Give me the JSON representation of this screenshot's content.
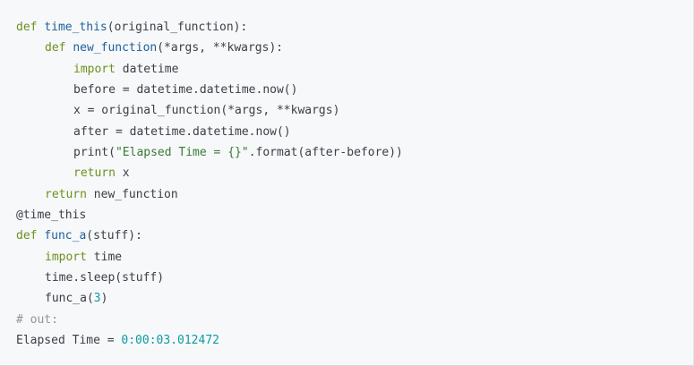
{
  "colors": {
    "background": "#f6f8fa",
    "keyword": "#6f8f1a",
    "function_name": "#1f5f98",
    "number": "#0f9aa0",
    "string": "#3a7a36",
    "comment": "#8d969c",
    "text": "#3a4046"
  },
  "code": {
    "l1": {
      "kw": "def",
      "fn": "time_this",
      "rest": "(original_function):"
    },
    "l2": {
      "kw": "def",
      "fn": "new_function",
      "rest": "(*args, **kwargs):"
    },
    "l3": {
      "kw": "import",
      "rest": " datetime"
    },
    "l4": {
      "text": "before = datetime.datetime.now()"
    },
    "l5": {
      "text": "x = original_function(*args, **kwargs)"
    },
    "l6": {
      "text": "after = datetime.datetime.now()"
    },
    "l7": {
      "pre": "print(",
      "str": "\"Elapsed Time = {}\"",
      "post": ".format(after-before))"
    },
    "l8": {
      "kw": "return",
      "rest": " x"
    },
    "l9": {
      "kw": "return",
      "rest": " new_function"
    },
    "l10": {
      "text": "@time_this"
    },
    "l11": {
      "kw": "def",
      "fn": "func_a",
      "rest": "(stuff):"
    },
    "l12": {
      "kw": "import",
      "rest": " time"
    },
    "l13": {
      "text": "time.sleep(stuff)"
    },
    "l14": {
      "pre": "func_a(",
      "num": "3",
      "post": ")"
    },
    "l15": {
      "comment": "# out:"
    },
    "l16": {
      "pre": "Elapsed Time = ",
      "num": "0:00:03.012472"
    }
  }
}
